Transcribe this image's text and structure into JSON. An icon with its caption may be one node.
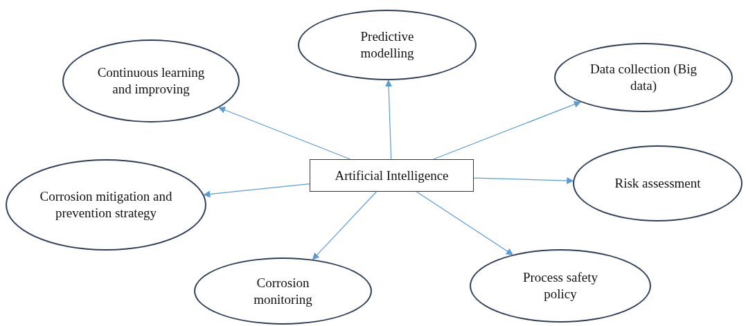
{
  "diagram": {
    "nodes": [
      {
        "text": [
          "Predictive modelling"
        ]
      },
      {
        "text": [
          "Continuous learning and improving"
        ]
      },
      {
        "text": [
          "Data collection (Big data)"
        ]
      },
      {
        "text": [
          "Artificial Intelligence"
        ]
      },
      {
        "text": [
          "Corrosion mitigation and prevention strategy"
        ]
      },
      {
        "text": [
          "Risk assessment"
        ]
      },
      {
        "text": [
          "Corrosion monitoring"
        ]
      },
      {
        "text": [
          "Process safety policy"
        ]
      }
    ],
    "edges": [
      {
        "from": 3,
        "to": 0,
        "arrow": "to"
      },
      {
        "from": 3,
        "to": 1,
        "arrow": "to"
      },
      {
        "from": 3,
        "to": 2,
        "arrow": "to"
      },
      {
        "from": 3,
        "to": 4,
        "arrow": "to"
      },
      {
        "from": 3,
        "to": 5,
        "arrow": "to"
      },
      {
        "from": 3,
        "to": 6,
        "arrow": "to"
      },
      {
        "from": 3,
        "to": 7,
        "arrow": "to"
      }
    ]
  }
}
